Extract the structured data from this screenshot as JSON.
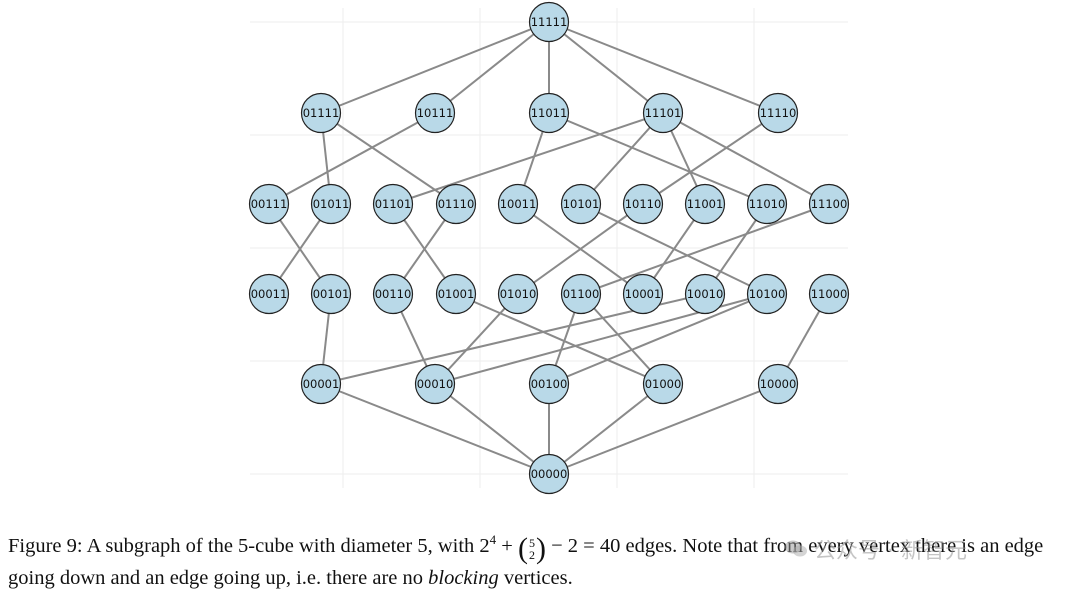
{
  "diagram": {
    "nodes": [
      {
        "id": "11111",
        "level": 5,
        "order": 0
      },
      {
        "id": "01111",
        "level": 4,
        "order": 0
      },
      {
        "id": "10111",
        "level": 4,
        "order": 1
      },
      {
        "id": "11011",
        "level": 4,
        "order": 2
      },
      {
        "id": "11101",
        "level": 4,
        "order": 3
      },
      {
        "id": "11110",
        "level": 4,
        "order": 4
      },
      {
        "id": "00111",
        "level": 3,
        "order": 0
      },
      {
        "id": "01011",
        "level": 3,
        "order": 1
      },
      {
        "id": "01101",
        "level": 3,
        "order": 2
      },
      {
        "id": "01110",
        "level": 3,
        "order": 3
      },
      {
        "id": "10011",
        "level": 3,
        "order": 4
      },
      {
        "id": "10101",
        "level": 3,
        "order": 5
      },
      {
        "id": "10110",
        "level": 3,
        "order": 6
      },
      {
        "id": "11001",
        "level": 3,
        "order": 7
      },
      {
        "id": "11010",
        "level": 3,
        "order": 8
      },
      {
        "id": "11100",
        "level": 3,
        "order": 9
      },
      {
        "id": "00011",
        "level": 2,
        "order": 0
      },
      {
        "id": "00101",
        "level": 2,
        "order": 1
      },
      {
        "id": "00110",
        "level": 2,
        "order": 2
      },
      {
        "id": "01001",
        "level": 2,
        "order": 3
      },
      {
        "id": "01010",
        "level": 2,
        "order": 4
      },
      {
        "id": "01100",
        "level": 2,
        "order": 5
      },
      {
        "id": "10001",
        "level": 2,
        "order": 6
      },
      {
        "id": "10010",
        "level": 2,
        "order": 7
      },
      {
        "id": "10100",
        "level": 2,
        "order": 8
      },
      {
        "id": "11000",
        "level": 2,
        "order": 9
      },
      {
        "id": "00001",
        "level": 1,
        "order": 0
      },
      {
        "id": "00010",
        "level": 1,
        "order": 1
      },
      {
        "id": "00100",
        "level": 1,
        "order": 2
      },
      {
        "id": "01000",
        "level": 1,
        "order": 3
      },
      {
        "id": "10000",
        "level": 1,
        "order": 4
      },
      {
        "id": "00000",
        "level": 0,
        "order": 0
      }
    ],
    "edges": [
      [
        "11111",
        "01111"
      ],
      [
        "11111",
        "10111"
      ],
      [
        "11111",
        "11011"
      ],
      [
        "11111",
        "11101"
      ],
      [
        "11111",
        "11110"
      ],
      [
        "01111",
        "01011"
      ],
      [
        "01111",
        "01110"
      ],
      [
        "10111",
        "00111"
      ],
      [
        "11011",
        "10011"
      ],
      [
        "11011",
        "11010"
      ],
      [
        "11101",
        "01101"
      ],
      [
        "11101",
        "10101"
      ],
      [
        "11101",
        "11001"
      ],
      [
        "11101",
        "11100"
      ],
      [
        "11110",
        "10110"
      ],
      [
        "00111",
        "00101"
      ],
      [
        "01011",
        "00011"
      ],
      [
        "01101",
        "01001"
      ],
      [
        "01110",
        "00110"
      ],
      [
        "10011",
        "10001"
      ],
      [
        "10101",
        "10100"
      ],
      [
        "10110",
        "01010"
      ],
      [
        "11001",
        "10001"
      ],
      [
        "11010",
        "10010"
      ],
      [
        "11100",
        "01100"
      ],
      [
        "00101",
        "00001"
      ],
      [
        "00110",
        "00010"
      ],
      [
        "01001",
        "01000"
      ],
      [
        "01010",
        "00010"
      ],
      [
        "01100",
        "01000"
      ],
      [
        "10010",
        "00001"
      ],
      [
        "10100",
        "00010"
      ],
      [
        "11000",
        "10000"
      ],
      [
        "10100",
        "00100"
      ],
      [
        "01100",
        "00100"
      ],
      [
        "00001",
        "00000"
      ],
      [
        "00010",
        "00000"
      ],
      [
        "00100",
        "00000"
      ],
      [
        "01000",
        "00000"
      ],
      [
        "10000",
        "00000"
      ]
    ],
    "colors": {
      "node_fill": "#b9d9e8",
      "node_stroke": "#222222",
      "edge": "#8a8a8a",
      "grid": "#eeeeee",
      "label": "#111111"
    }
  },
  "caption": {
    "prefix": "Figure 9:",
    "part1": "A subgraph of the 5-cube with diameter 5, with 2",
    "sup": "4",
    "part2": " + ",
    "binom_top": "5",
    "binom_bottom": "2",
    "part3": " − 2 = 40 edges. Note that from every vertex there is an edge going down and an edge going up, i.e. there are no ",
    "italic": "blocking",
    "part4": " vertices."
  },
  "watermark": {
    "text": "公众号 · 新智元"
  }
}
